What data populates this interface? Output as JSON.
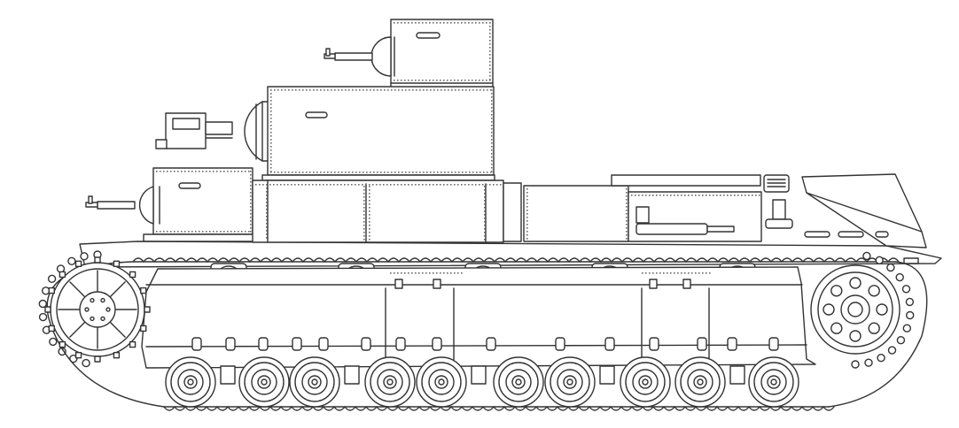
{
  "figure": {
    "subject": "",
    "style": {
      "background": "#ffffff",
      "stroke": "#333333",
      "fill": "#ffffff",
      "rivet": "#6b6b6b"
    },
    "counts": {
      "road_wheels": 10,
      "return_rollers": 5,
      "machine_guns": 3
    }
  }
}
